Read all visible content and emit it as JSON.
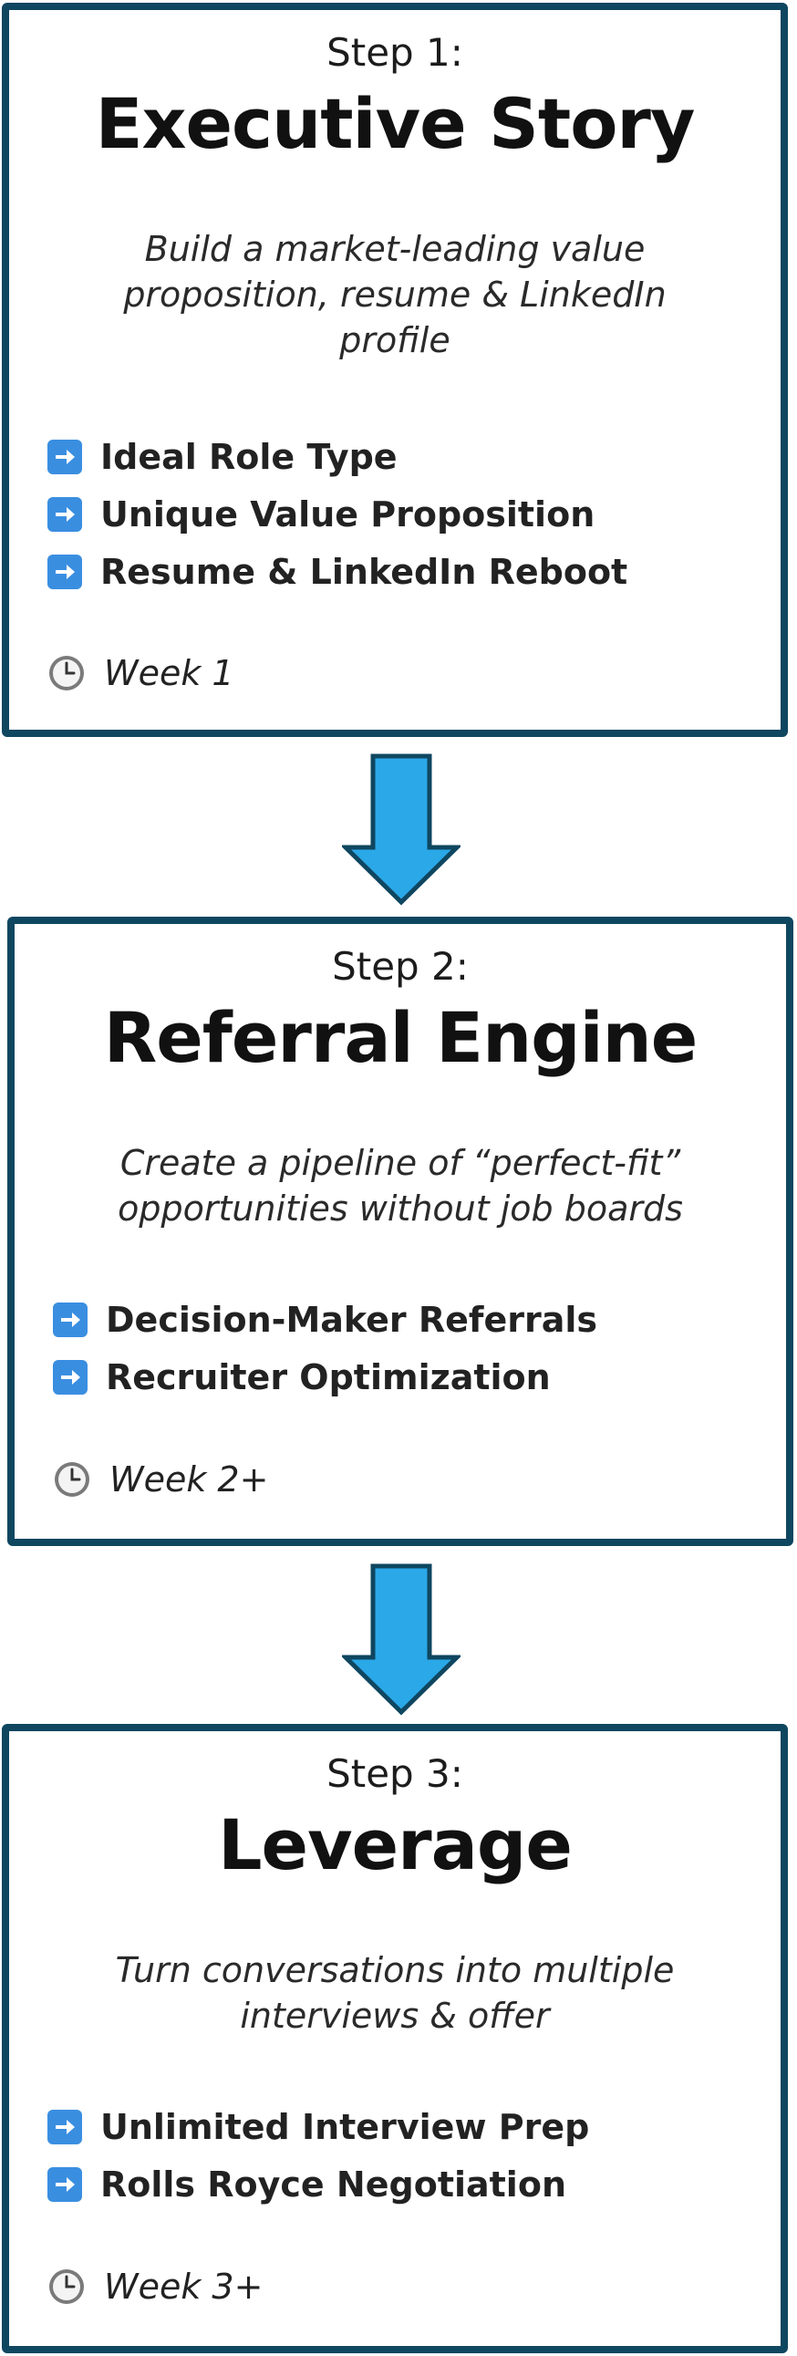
{
  "steps": [
    {
      "step_label": "Step 1:",
      "title": "Executive Story",
      "subtitle": "Build a market-leading value proposition, resume & LinkedIn profile",
      "features": [
        "Ideal Role Type",
        "Unique Value Proposition",
        "Resume & LinkedIn Reboot"
      ],
      "timeline": "Week 1"
    },
    {
      "step_label": "Step 2:",
      "title": "Referral Engine",
      "subtitle": "Create a pipeline of “perfect-fit” opportunities without job boards",
      "features": [
        "Decision-Maker Referrals",
        "Recruiter Optimization"
      ],
      "timeline": "Week 2+"
    },
    {
      "step_label": "Step 3:",
      "title": "Leverage",
      "subtitle": "Turn conversations into multiple interviews & offer",
      "features": [
        "Unlimited Interview Prep",
        "Rolls Royce Negotiation"
      ],
      "timeline": "Week 3+"
    }
  ],
  "icons": {
    "feature": "right-arrow-icon",
    "timeline": "clock-icon",
    "connector": "down-arrow-icon"
  },
  "colors": {
    "card_border": "#0f4660",
    "flow_arrow_fill": "#2aa8e8",
    "flow_arrow_stroke": "#0f4660",
    "feature_icon": "#3a8ee0"
  }
}
